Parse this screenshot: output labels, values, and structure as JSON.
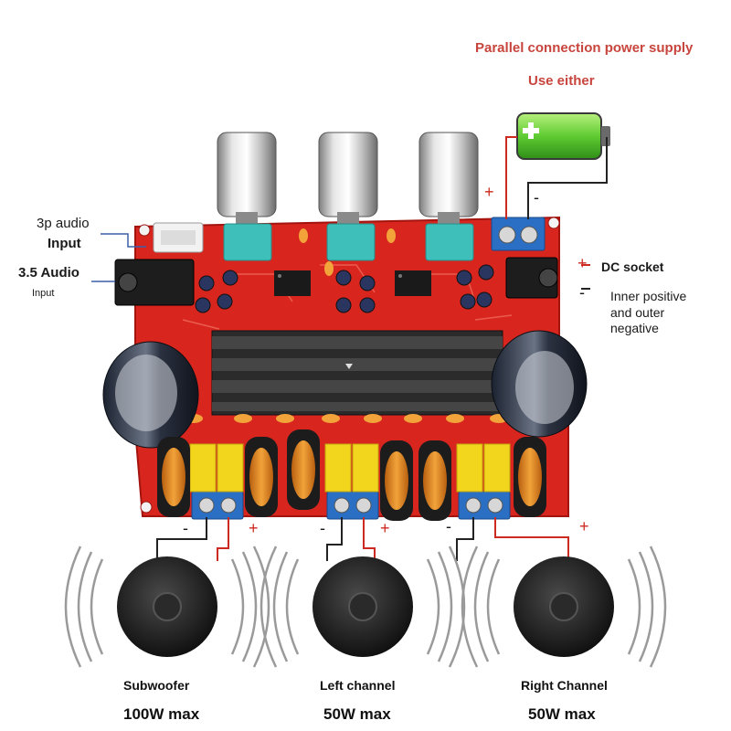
{
  "notes": {
    "parallel_supply": "Parallel connection power supply",
    "use_either": "Use either"
  },
  "inputs": {
    "aux3p_line1": "3p audio",
    "aux3p_line2": "Input",
    "jack35_line1": "3.5 Audio",
    "jack35_line2": "Input"
  },
  "power": {
    "dc_socket": "DC socket",
    "inner_line1": "Inner positive",
    "inner_line2": "and outer",
    "inner_line3": "negative"
  },
  "polarity": {
    "plus": "+",
    "minus": "-"
  },
  "speakers": [
    {
      "name": "Subwoofer",
      "power": "100W max"
    },
    {
      "name": "Left channel",
      "power": "50W max"
    },
    {
      "name": "Right Channel",
      "power": "50W max"
    }
  ],
  "colors": {
    "board": "#d8261f",
    "note_text": "#c8453d",
    "wire_red": "#cc2a20",
    "wire_black": "#222222",
    "terminal_blue": "#2a6fc4",
    "capacitor_yellow": "#f2d51d",
    "coil_orange": "#e48a1c",
    "battery_green": "#6dd13b"
  }
}
